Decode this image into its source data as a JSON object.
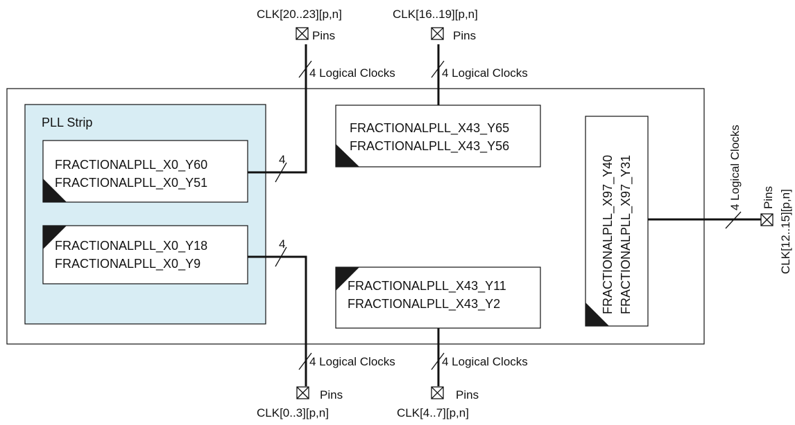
{
  "strip": {
    "label": "PLL Strip"
  },
  "plls": {
    "left_top": [
      "FRACTIONALPLL_X0_Y60",
      "FRACTIONALPLL_X0_Y51"
    ],
    "left_bottom": [
      "FRACTIONALPLL_X0_Y18",
      "FRACTIONALPLL_X0_Y9"
    ],
    "center_top": [
      "FRACTIONALPLL_X43_Y65",
      "FRACTIONALPLL_X43_Y56"
    ],
    "center_bottom": [
      "FRACTIONALPLL_X43_Y11",
      "FRACTIONALPLL_X43_Y2"
    ],
    "right": [
      "FRACTIONALPLL_X97_Y40",
      "FRACTIONALPLL_X97_Y31"
    ]
  },
  "pins": {
    "top_left": {
      "clk": "CLK[20..23][p,n]",
      "label": "Pins"
    },
    "top_right": {
      "clk": "CLK[16..19][p,n]",
      "label": "Pins"
    },
    "bottom_left": {
      "clk": "CLK[0..3][p,n]",
      "label": "Pins"
    },
    "bottom_right": {
      "clk": "CLK[4..7][p,n]",
      "label": "Pins"
    },
    "right": {
      "clk": "CLK[12..15][p,n]",
      "label": "Pins"
    }
  },
  "buses": {
    "logical_clocks": "4 Logical Clocks",
    "width_label": "4"
  }
}
